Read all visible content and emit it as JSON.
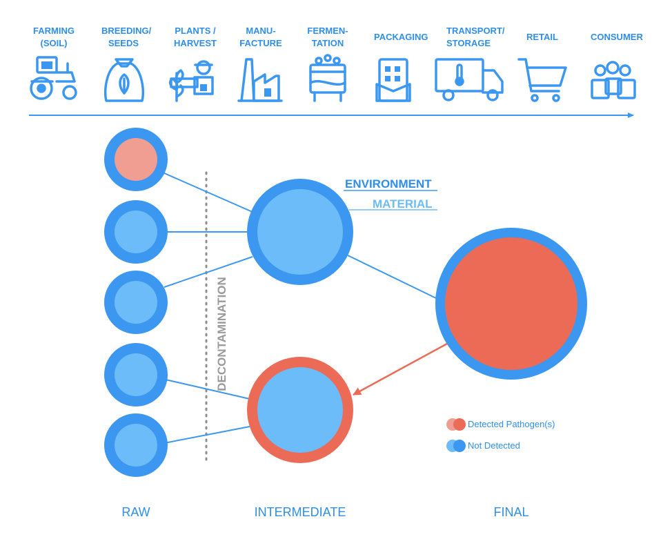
{
  "colors": {
    "env_blue": "#3b97f0",
    "mat_blue": "#6bbcf8",
    "red": "#ec6b57",
    "pale_red": "#f19e92",
    "gray": "#9a9a9a",
    "text_blue": "#2f8ee8"
  },
  "stages": [
    {
      "label": "FARMING\n(SOIL)",
      "icon": "tractor-icon"
    },
    {
      "label": "BREEDING/\nSEEDS",
      "icon": "seed-bag-icon"
    },
    {
      "label": "PLANTS /\nHARVEST",
      "icon": "farmer-harvest-icon"
    },
    {
      "label": "MANU-\nFACTURE",
      "icon": "factory-icon"
    },
    {
      "label": "FERMEN-\nTATION",
      "icon": "fermentation-tank-icon"
    },
    {
      "label": "PACKAGING",
      "icon": "chocolate-bar-icon"
    },
    {
      "label": "TRANSPORT/\nSTORAGE",
      "icon": "refrigerated-truck-icon"
    },
    {
      "label": "RETAIL",
      "icon": "shopping-cart-icon"
    },
    {
      "label": "CONSUMER",
      "icon": "consumers-icon"
    }
  ],
  "key": {
    "environment": "ENVIRONMENT",
    "material": "MATERIAL"
  },
  "decontamination": "DECONTAMINATION",
  "tiers": {
    "raw": "RAW",
    "intermediate": "INTERMEDIATE",
    "final": "FINAL"
  },
  "legend": {
    "detected": "Detected Pathogen(s)",
    "not_detected": "Not Detected"
  },
  "nodes": {
    "raw": [
      {
        "environment": "not-detected",
        "material": "detected"
      },
      {
        "environment": "not-detected",
        "material": "not-detected"
      },
      {
        "environment": "not-detected",
        "material": "not-detected"
      },
      {
        "environment": "not-detected",
        "material": "not-detected"
      },
      {
        "environment": "not-detected",
        "material": "not-detected"
      }
    ],
    "intermediate": [
      {
        "environment": "not-detected",
        "material": "not-detected"
      },
      {
        "environment": "detected",
        "material": "not-detected"
      }
    ],
    "final": [
      {
        "environment": "not-detected",
        "material": "detected"
      }
    ]
  }
}
